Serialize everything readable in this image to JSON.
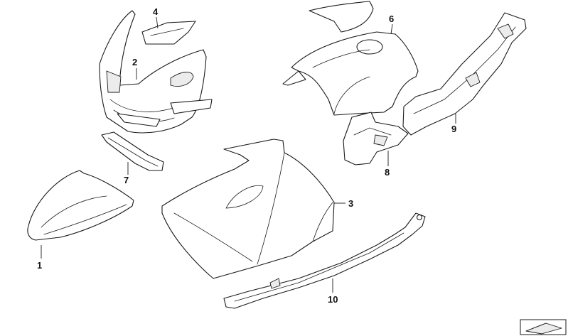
{
  "diagram": {
    "callouts": [
      {
        "id": "1",
        "label": "1"
      },
      {
        "id": "2",
        "label": "2"
      },
      {
        "id": "3",
        "label": "3"
      },
      {
        "id": "4",
        "label": "4"
      },
      {
        "id": "6",
        "label": "6"
      },
      {
        "id": "7",
        "label": "7"
      },
      {
        "id": "8",
        "label": "8"
      },
      {
        "id": "9",
        "label": "9"
      },
      {
        "id": "10",
        "label": "10"
      }
    ]
  },
  "colors": {
    "line": "#1a1a1a",
    "fill": "#ffffff",
    "shade": "#ececec"
  }
}
